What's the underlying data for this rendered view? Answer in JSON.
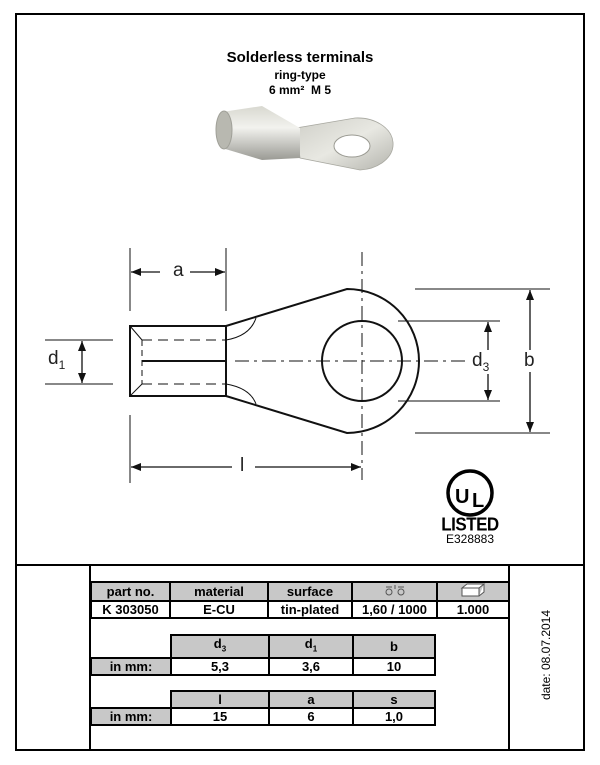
{
  "header": {
    "title": "Solderless terminals",
    "subtitle": "ring-type",
    "size": "6 mm²  M 5"
  },
  "drawing": {
    "labels": {
      "a": "a",
      "l": "l",
      "d1_main": "d",
      "d1_sub": "1",
      "d3_main": "d",
      "d3_sub": "3",
      "b": "b"
    }
  },
  "certification": {
    "logo_text": "UL",
    "listed": "LISTED",
    "number": "E328883"
  },
  "table1": {
    "headers": [
      "part no.",
      "material",
      "surface",
      "",
      ""
    ],
    "header_icons": [
      "",
      "",
      "",
      "packaging-unit-icon",
      "box-icon"
    ],
    "row": [
      "K 303050",
      "E-CU",
      "tin-plated",
      "1,60 / 1000",
      "1.000"
    ]
  },
  "table2": {
    "headers": [
      "d",
      "d",
      "b"
    ],
    "header_subs": [
      "3",
      "1",
      ""
    ],
    "row_label": "in mm:",
    "row": [
      "5,3",
      "3,6",
      "10"
    ]
  },
  "table3": {
    "headers": [
      "l",
      "a",
      "s"
    ],
    "row_label": "in mm:",
    "row": [
      "15",
      "6",
      "1,0"
    ]
  },
  "footer": {
    "date": "date: 08.07.2014"
  }
}
